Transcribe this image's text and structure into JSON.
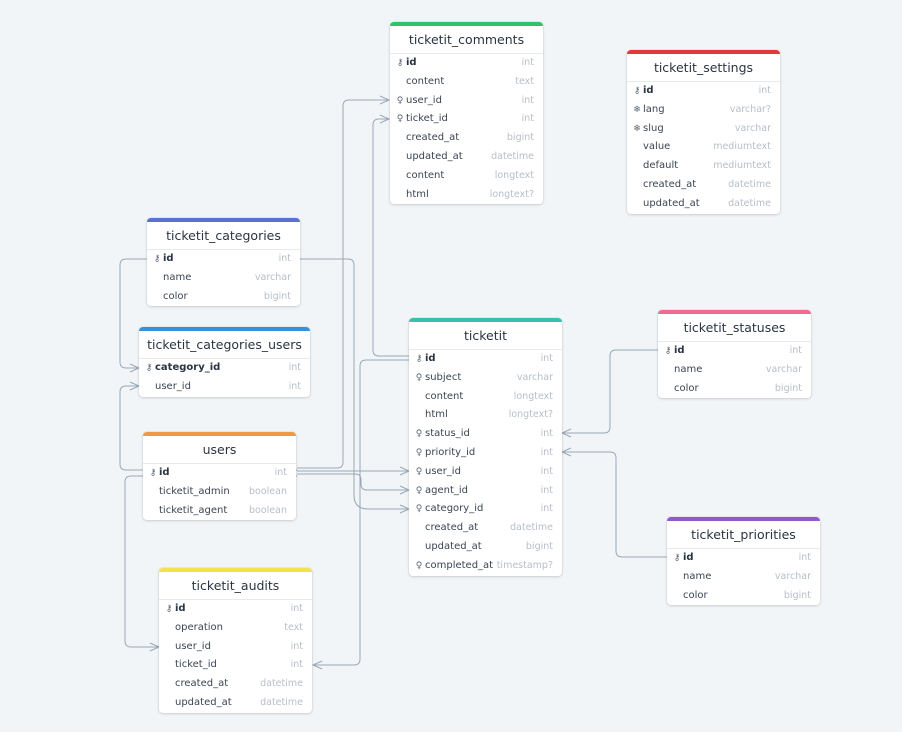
{
  "colors": {
    "background": "#f2f5f8",
    "connector": "#9aa7b6",
    "ticketit_comments": "#2fc26b",
    "ticketit_settings": "#e0393a",
    "ticketit_categories": "#5a71cf",
    "ticketit_categories_users": "#3a8fd9",
    "users": "#ef9945",
    "ticketit": "#3bbfad",
    "ticketit_statuses": "#ef6b92",
    "ticketit_priorities": "#9158d1",
    "ticketit_audits": "#f4e24a"
  },
  "icons": {
    "primary_key": "key-icon",
    "foreign_key": "link-pin-icon",
    "unique": "snowflake-icon"
  },
  "tables": {
    "ticketit_comments": {
      "name": "ticketit_comments",
      "fields": [
        {
          "name": "id",
          "type": "int",
          "icon": "key"
        },
        {
          "name": "content",
          "type": "text",
          "icon": ""
        },
        {
          "name": "user_id",
          "type": "int",
          "icon": "fk"
        },
        {
          "name": "ticket_id",
          "type": "int",
          "icon": "fk"
        },
        {
          "name": "created_at",
          "type": "bigint",
          "icon": ""
        },
        {
          "name": "updated_at",
          "type": "datetime",
          "icon": ""
        },
        {
          "name": "content",
          "type": "longtext",
          "icon": ""
        },
        {
          "name": "html",
          "type": "longtext?",
          "icon": ""
        }
      ]
    },
    "ticketit_settings": {
      "name": "ticketit_settings",
      "fields": [
        {
          "name": "id",
          "type": "int",
          "icon": "key"
        },
        {
          "name": "lang",
          "type": "varchar?",
          "icon": "uniq"
        },
        {
          "name": "slug",
          "type": "varchar",
          "icon": "uniq"
        },
        {
          "name": "value",
          "type": "mediumtext",
          "icon": ""
        },
        {
          "name": "default",
          "type": "mediumtext",
          "icon": ""
        },
        {
          "name": "created_at",
          "type": "datetime",
          "icon": ""
        },
        {
          "name": "updated_at",
          "type": "datetime",
          "icon": ""
        }
      ]
    },
    "ticketit_categories": {
      "name": "ticketit_categories",
      "fields": [
        {
          "name": "id",
          "type": "int",
          "icon": "key"
        },
        {
          "name": "name",
          "type": "varchar",
          "icon": ""
        },
        {
          "name": "color",
          "type": "bigint",
          "icon": ""
        }
      ]
    },
    "ticketit_categories_users": {
      "name": "ticketit_categories_users",
      "fields": [
        {
          "name": "category_id",
          "type": "int",
          "icon": "key"
        },
        {
          "name": "user_id",
          "type": "int",
          "icon": ""
        }
      ]
    },
    "users": {
      "name": "users",
      "fields": [
        {
          "name": "id",
          "type": "int",
          "icon": "key"
        },
        {
          "name": "ticketit_admin",
          "type": "boolean",
          "icon": ""
        },
        {
          "name": "ticketit_agent",
          "type": "boolean",
          "icon": ""
        }
      ]
    },
    "ticketit": {
      "name": "ticketit",
      "fields": [
        {
          "name": "id",
          "type": "int",
          "icon": "key"
        },
        {
          "name": "subject",
          "type": "varchar",
          "icon": "fk"
        },
        {
          "name": "content",
          "type": "longtext",
          "icon": ""
        },
        {
          "name": "html",
          "type": "longtext?",
          "icon": ""
        },
        {
          "name": "status_id",
          "type": "int",
          "icon": "fk"
        },
        {
          "name": "priority_id",
          "type": "int",
          "icon": "fk"
        },
        {
          "name": "user_id",
          "type": "int",
          "icon": "fk"
        },
        {
          "name": "agent_id",
          "type": "int",
          "icon": "fk"
        },
        {
          "name": "category_id",
          "type": "int",
          "icon": "fk"
        },
        {
          "name": "created_at",
          "type": "datetime",
          "icon": ""
        },
        {
          "name": "updated_at",
          "type": "bigint",
          "icon": ""
        },
        {
          "name": "completed_at",
          "type": "timestamp?",
          "icon": "fk"
        }
      ]
    },
    "ticketit_statuses": {
      "name": "ticketit_statuses",
      "fields": [
        {
          "name": "id",
          "type": "int",
          "icon": "key"
        },
        {
          "name": "name",
          "type": "varchar",
          "icon": ""
        },
        {
          "name": "color",
          "type": "bigint",
          "icon": ""
        }
      ]
    },
    "ticketit_priorities": {
      "name": "ticketit_priorities",
      "fields": [
        {
          "name": "id",
          "type": "int",
          "icon": "key"
        },
        {
          "name": "name",
          "type": "varchar",
          "icon": ""
        },
        {
          "name": "color",
          "type": "bigint",
          "icon": ""
        }
      ]
    },
    "ticketit_audits": {
      "name": "ticketit_audits",
      "fields": [
        {
          "name": "id",
          "type": "int",
          "icon": "key"
        },
        {
          "name": "operation",
          "type": "text",
          "icon": ""
        },
        {
          "name": "user_id",
          "type": "int",
          "icon": ""
        },
        {
          "name": "ticket_id",
          "type": "int",
          "icon": ""
        },
        {
          "name": "created_at",
          "type": "datetime",
          "icon": ""
        },
        {
          "name": "updated_at",
          "type": "datetime",
          "icon": ""
        }
      ]
    }
  }
}
